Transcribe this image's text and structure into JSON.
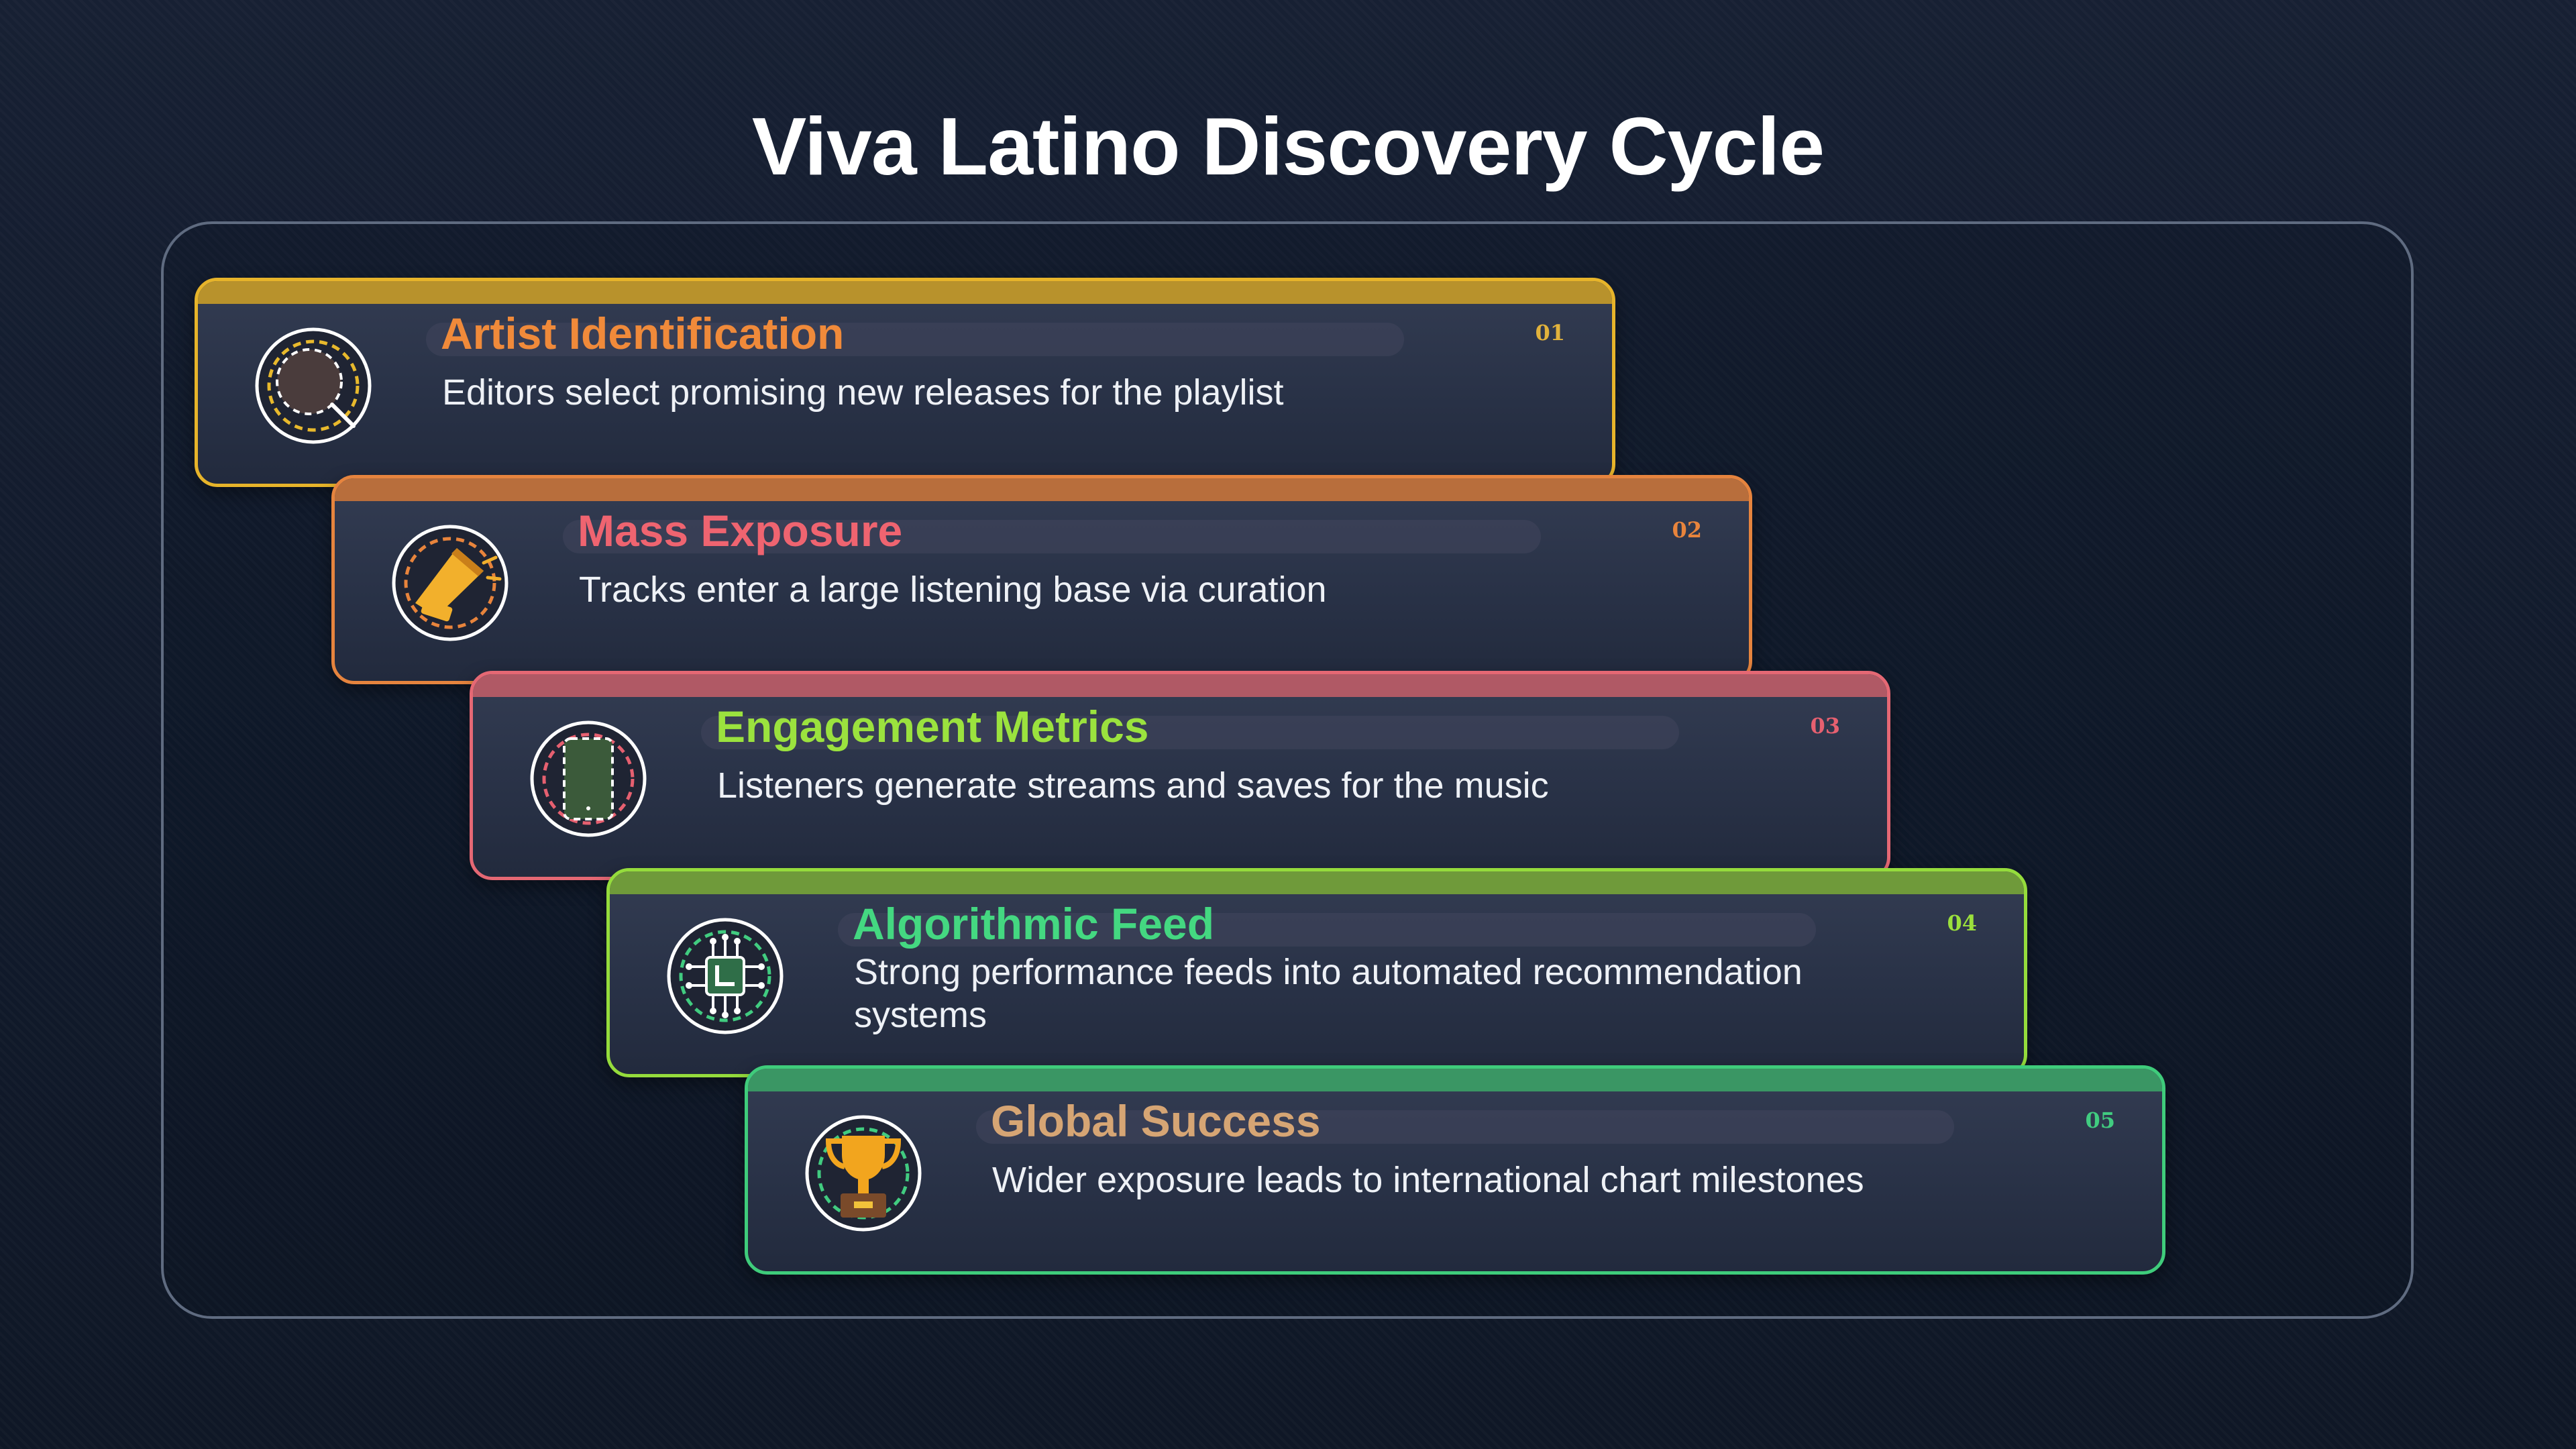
{
  "title": "Viva Latino Discovery Cycle",
  "steps": [
    {
      "number": "01",
      "title": "Artist Identification",
      "description": "Editors select promising new releases for the playlist",
      "icon": "magnifier-icon",
      "accent": "#e7b42a",
      "band": "#b8922c",
      "title_color": "#f08a3a",
      "number_color": "#e1b23c"
    },
    {
      "number": "02",
      "title": "Mass Exposure",
      "description": "Tracks enter a large listening base via curation",
      "icon": "megaphone-icon",
      "accent": "#e6843e",
      "band": "#b86e3c",
      "title_color": "#ef6470",
      "number_color": "#e8843c"
    },
    {
      "number": "03",
      "title": "Engagement Metrics",
      "description": "Listeners generate streams and saves for the music",
      "icon": "smartphone-icon",
      "accent": "#e56874",
      "band": "#b05965",
      "title_color": "#9be23e",
      "number_color": "#e66070"
    },
    {
      "number": "04",
      "title": "Algorithmic Feed",
      "description": "Strong performance feeds into automated recommendation systems",
      "icon": "circuit-chip-icon",
      "accent": "#95dc3c",
      "band": "#6f9a3a",
      "title_color": "#44d881",
      "number_color": "#9be03c"
    },
    {
      "number": "05",
      "title": "Global Success",
      "description": "Wider exposure leads to international chart milestones",
      "icon": "trophy-icon",
      "accent": "#3fcc7b",
      "band": "#3a9664",
      "title_color": "#d6a574",
      "number_color": "#41cc80"
    }
  ]
}
